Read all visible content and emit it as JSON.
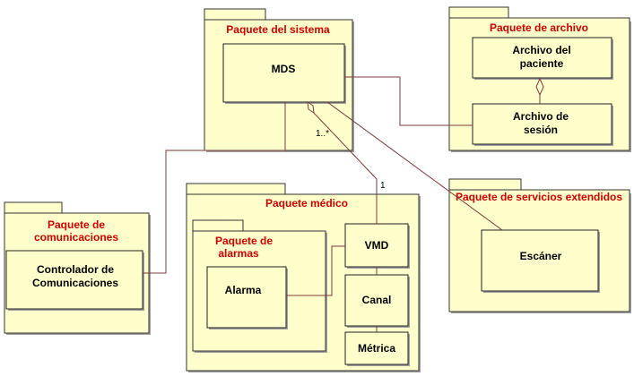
{
  "packages": {
    "sistema": "Paquete del sistema",
    "archivo": "Paquete de archivo",
    "comunicaciones": [
      "Paquete de",
      "comunicaciones"
    ],
    "medico": "Paquete médico",
    "alarmas": [
      "Paquete de",
      "alarmas"
    ],
    "servicios": "Paquete de servicios extendidos"
  },
  "classes": {
    "mds": "MDS",
    "archivo_paciente": [
      "Archivo del",
      "paciente"
    ],
    "archivo_sesion": [
      "Archivo de",
      "sesión"
    ],
    "controlador": [
      "Controlador de",
      "Comunicaciones"
    ],
    "vmd": "VMD",
    "canal": "Canal",
    "metrica": "Métrica",
    "alarma": "Alarma",
    "escaner": "Escáner"
  },
  "multiplicities": {
    "mds_end": "1..*",
    "vmd_end": "1"
  },
  "colors": {
    "fill": "#ffffcc",
    "package_title": "#cc0000",
    "connector": "#7a3b3b"
  }
}
